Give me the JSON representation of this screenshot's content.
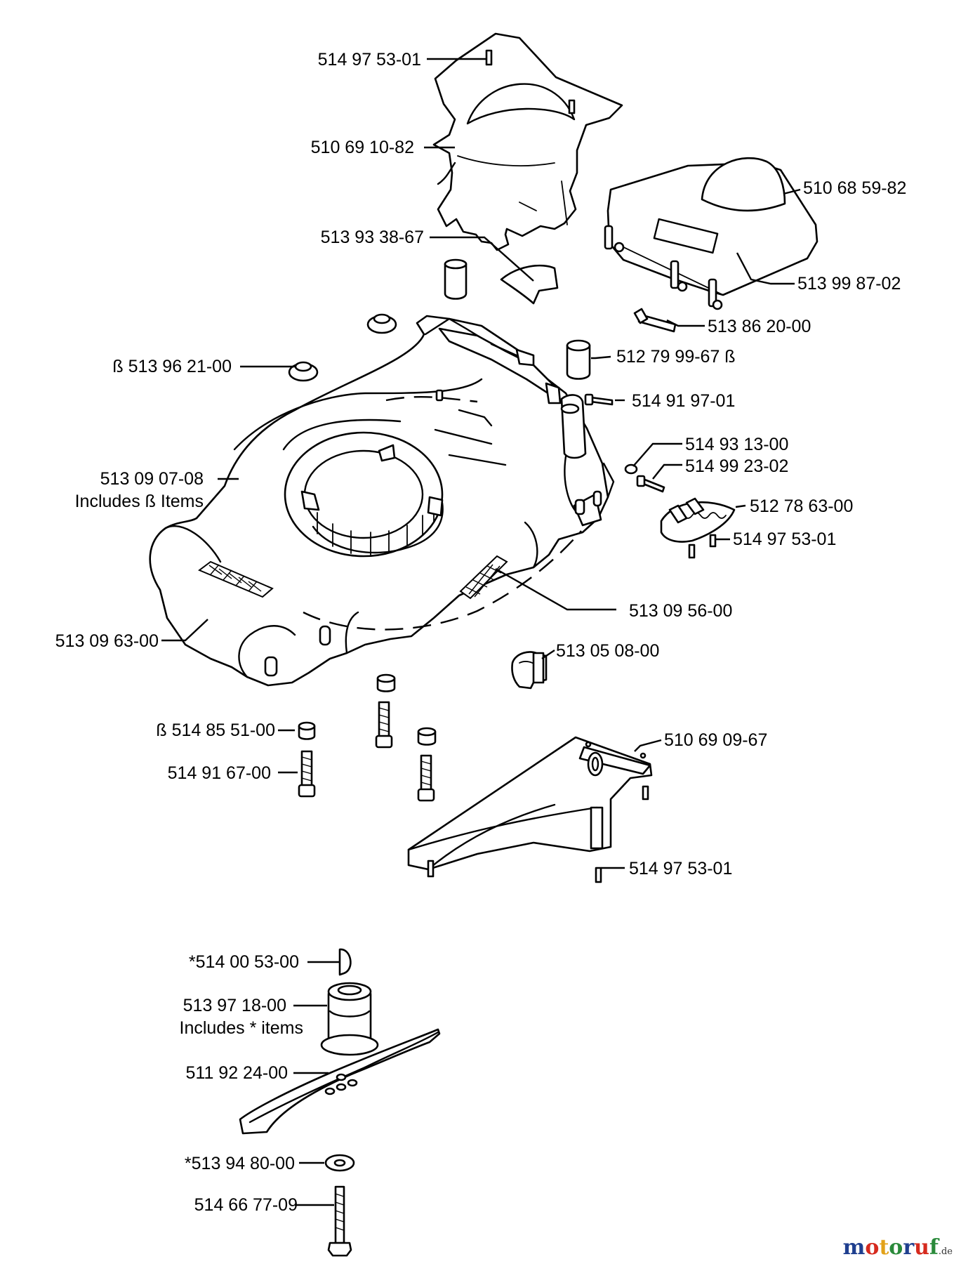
{
  "diagram": {
    "labels": {
      "p1": "514 97 53-01",
      "p2": "510 69 10-82",
      "p3": "510 68 59-82",
      "p4": "513 93 38-67",
      "p5": "513 99 87-02",
      "p6": "513 86 20-00",
      "p7": "ß 513 96 21-00",
      "p8": "512 79 99-67 ß",
      "p9": "514 91 97-01",
      "p10": "514 93 13-00",
      "p11": "514 99 23-02",
      "p12a": "513 09 07-08",
      "p12b": "Includes ß Items",
      "p13": "512 78 63-00",
      "p14": "514 97 53-01",
      "p15": "513 09 56-00",
      "p16": "513 09 63-00",
      "p17": "513 05 08-00",
      "p18": "ß 514 85 51-00",
      "p19": "510 69 09-67",
      "p20": "514 91 67-00",
      "p21": "514 97 53-01",
      "p22": "*514 00 53-00",
      "p23a": "513 97 18-00",
      "p23b": "Includes  *  items",
      "p24": "511 92 24-00",
      "p25": "*513 94 80-00",
      "p26": "514 66 77-09"
    }
  },
  "watermark": {
    "text": "motoruf",
    "suffix": ".de",
    "colors": {
      "m": "#1f3f8f",
      "o1": "#d62a1e",
      "t": "#e2a21a",
      "o2": "#2a8a3a",
      "r": "#1f3f8f",
      "u": "#d62a1e",
      "f": "#2a8a3a"
    }
  }
}
